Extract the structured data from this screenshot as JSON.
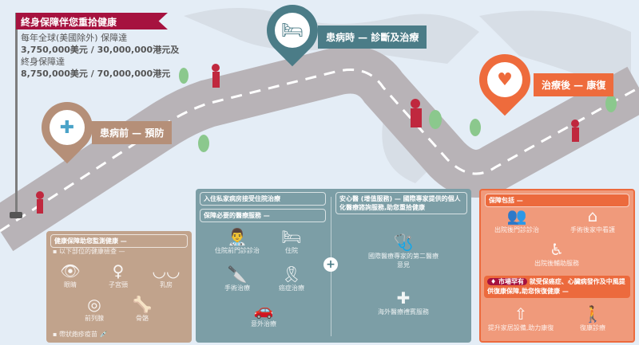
{
  "intro": {
    "title": "終身保障伴您重拾健康",
    "lines": [
      "每年全球(美國除外) 保障達",
      "3,750,000美元 / 30,000,000港元及",
      "終身保障達",
      "8,750,000美元 / 70,000,000港元"
    ]
  },
  "stages": [
    {
      "label": "患病前 — 預防",
      "color": "#b58f78"
    },
    {
      "label": "患病時 — 診斷及治療",
      "color": "#4b7c87"
    },
    {
      "label": "治療後 — 康復",
      "color": "#ee6b3c"
    }
  ],
  "prevention": {
    "header": "健康保障助您監測健康 —",
    "sub": "以下部位的健康檢查 —",
    "items": [
      {
        "label": "眼睛",
        "icon": "eye-icon"
      },
      {
        "label": "子宮頸",
        "icon": "uterus-icon"
      },
      {
        "label": "乳房",
        "icon": "breast-icon"
      },
      {
        "label": "前列腺",
        "icon": "prostate-icon"
      },
      {
        "label": "骨骼",
        "icon": "bone-icon"
      }
    ],
    "vaccine": "帶狀皰疹疫苗"
  },
  "treatment": {
    "header1": "入住私家病房接受住院治療",
    "header2": "保障必要的醫療服務 —",
    "items": [
      {
        "label": "住院前門診診治"
      },
      {
        "label": "住院"
      },
      {
        "label": "手術治療"
      },
      {
        "label": "癌症治療"
      },
      {
        "label": "意外治療"
      }
    ]
  },
  "valueadd": {
    "header": "安心醫 (增值服務) — 國際專家提供的個人化醫療諮詢服務,助您重拾健康",
    "items": [
      {
        "label": "國際醫療專家的第二醫療意見"
      },
      {
        "label": "海外醫療禮賓服務"
      }
    ]
  },
  "recovery": {
    "header": "保障包括 —",
    "items": [
      {
        "label": "出院後門診診治"
      },
      {
        "label": "手術後家中看護"
      },
      {
        "label": "出院後輔助服務"
      }
    ],
    "badge": "市場罕有",
    "highlight": "就受保癌症、心臟病發作及中風提供復康保障,助您恢復健康 —",
    "items2": [
      {
        "label": "提升家居設備,助力康復"
      },
      {
        "label": "復康診療"
      }
    ]
  }
}
